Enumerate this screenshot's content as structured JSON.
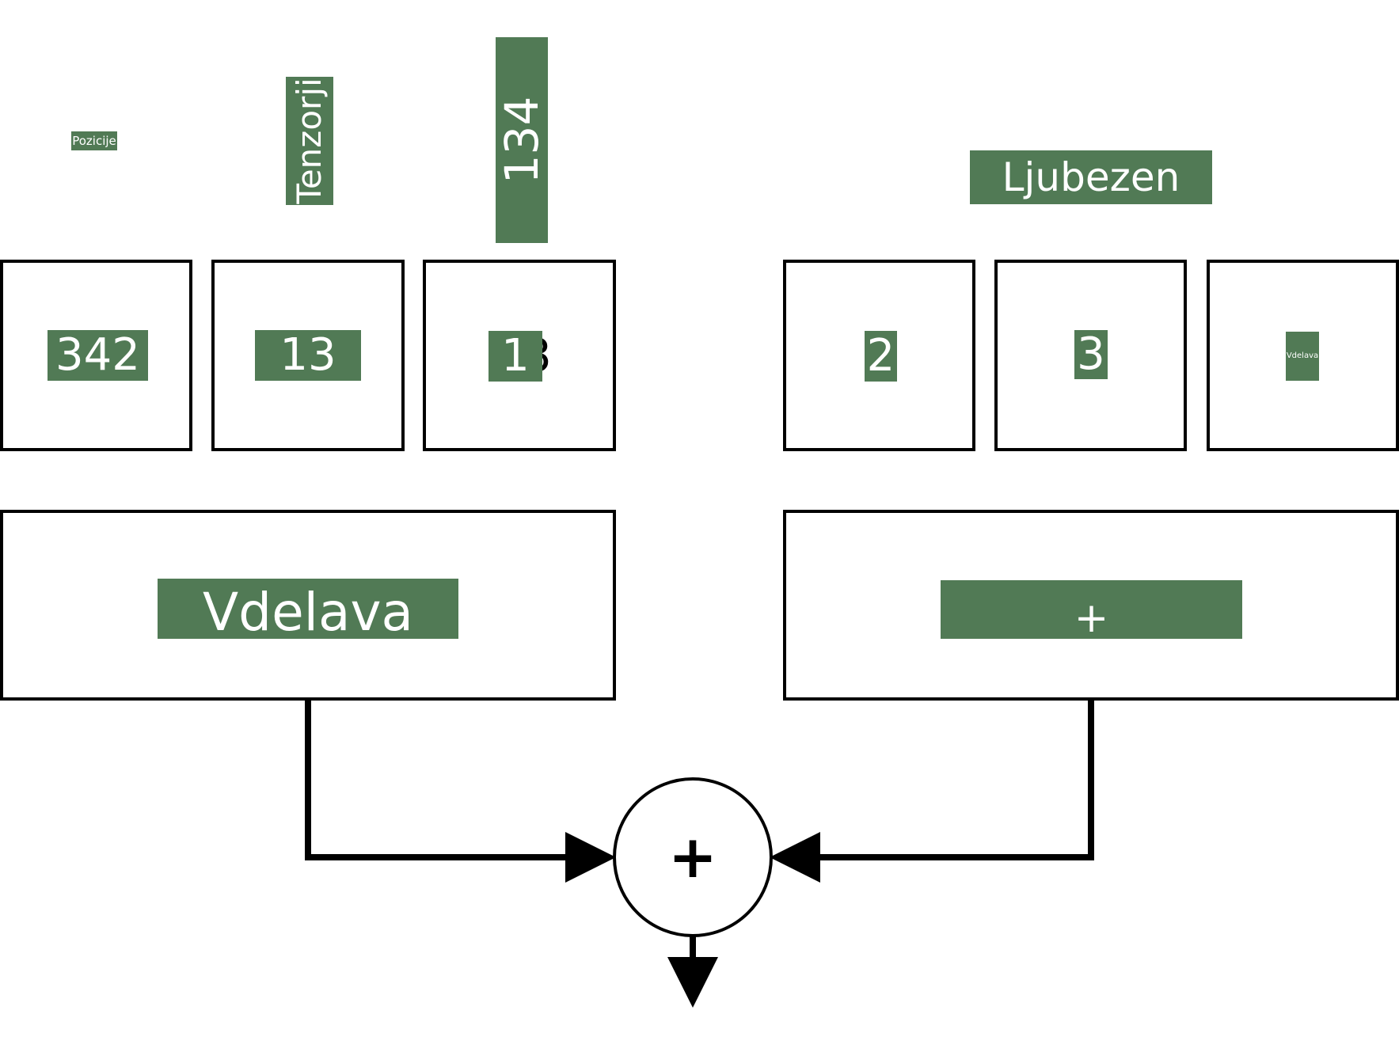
{
  "colors": {
    "label_background": "#517a55",
    "label_text": "#ffffff",
    "stroke": "#000000"
  },
  "top_labels": {
    "positions": "Pozicije",
    "tensors": "Tenzorji",
    "number": "134",
    "love": "Ljubezen"
  },
  "left_tokens": [
    "342",
    "13",
    "1"
  ],
  "left_token_ghost_digit": "3",
  "right_tokens": [
    "2",
    "3",
    "Vdelava"
  ],
  "left_block_label": "Vdelava",
  "right_block_label": "+",
  "sum_node_symbol": "+"
}
